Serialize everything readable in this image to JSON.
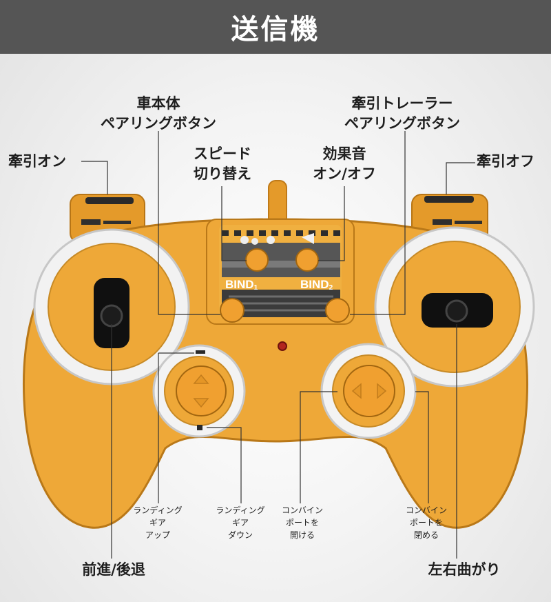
{
  "title": "送信機",
  "labels": {
    "tow_on": "牽引オン",
    "tow_off": "牽引オフ",
    "body_pairing": [
      "車本体",
      "ペアリングボタン"
    ],
    "trailer_pairing": [
      "牽引トレーラー",
      "ペアリングボタン"
    ],
    "speed_switch": [
      "スピード",
      "切り替え"
    ],
    "sound_toggle": [
      "効果音",
      "オン/オフ"
    ],
    "gear_up": [
      "ランディング",
      "ギア",
      "アップ"
    ],
    "gear_down": [
      "ランディング",
      "ギア",
      "ダウン"
    ],
    "combine_open": [
      "コンバイン",
      "ポートを",
      "開ける"
    ],
    "combine_close": [
      "コンバイン",
      "ポートを",
      "閉める"
    ],
    "forward_back": "前進/後退",
    "steer": "左右曲がり"
  },
  "controller": {
    "bind1": "BIND",
    "bind1_sub": "1",
    "bind2": "BIND",
    "bind2_sub": "2",
    "color_body": "#eea838",
    "color_ring": "#ffffff"
  }
}
